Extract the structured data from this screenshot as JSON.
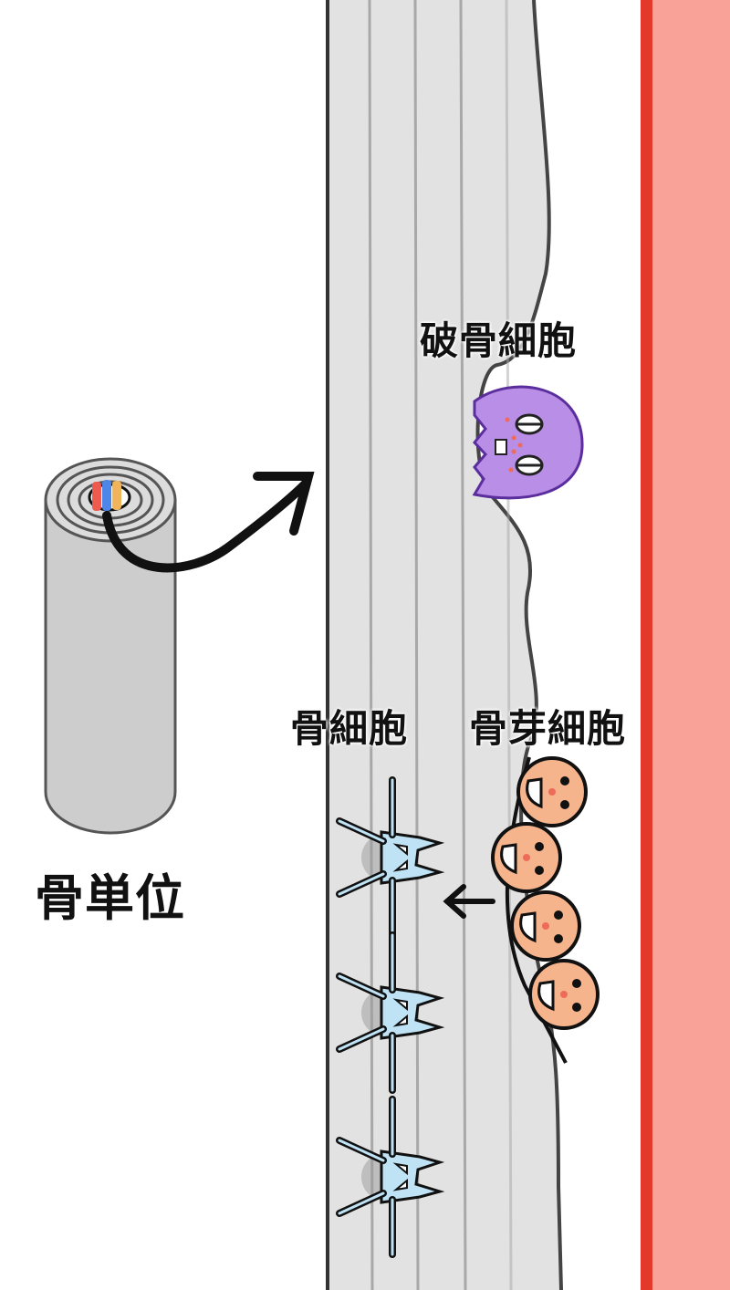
{
  "labels": {
    "osteoclast": "破骨細胞",
    "osteocyte": "骨細胞",
    "osteoblast": "骨芽細胞",
    "osteon": "骨単位"
  },
  "colors": {
    "bone": "#e2e2e2",
    "bone_outline": "#444444",
    "lamella_line": "#a8a8a8",
    "periosteum_red": "#e2392a",
    "tissue_pink": "#f9a398",
    "osteoclast_purple": "#b98ee6",
    "osteoblast_orange": "#f6b48c",
    "osteocyte_blue": "#bfe3f5",
    "vessel_red": "#ef5a4e",
    "vessel_blue": "#4c86e6",
    "vessel_yellow": "#f2b45a"
  }
}
